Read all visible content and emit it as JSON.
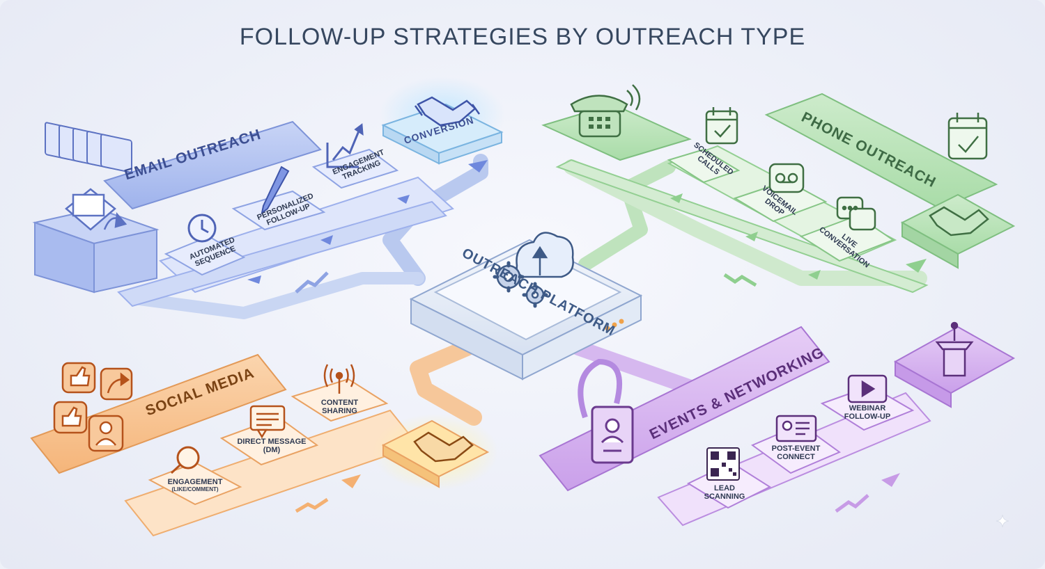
{
  "title": "FOLLOW-UP STRATEGIES BY OUTREACH TYPE",
  "hub": {
    "label": "OUTREACH PLATFORM"
  },
  "email": {
    "label": "EMAIL OUTREACH",
    "steps": [
      "AUTOMATED SEQUENCE",
      "PERSONALIZED FOLLOW-UP",
      "ENGAGEMENT TRACKING"
    ],
    "goal": "CONVERSION"
  },
  "phone": {
    "label": "PHONE OUTREACH",
    "steps": [
      "SCHEDULED CALLS",
      "VOICEMAIL DROP",
      "LIVE CONVERSATION"
    ]
  },
  "social": {
    "label": "SOCIAL MEDIA",
    "steps": [
      "ENGAGEMENT",
      "DIRECT MESSAGE (DM)",
      "CONTENT SHARING"
    ],
    "steps_note": "(LIKE/COMMENT)"
  },
  "events": {
    "label": "EVENTS & NETWORKING",
    "steps": [
      "LEAD SCANNING",
      "POST-EVENT CONNECT",
      "WEBINAR FOLLOW-UP"
    ]
  },
  "colors": {
    "email": "#8fa6e8",
    "phone": "#8fcf8f",
    "social": "#f4b072",
    "events": "#c79be6",
    "hub": "#dfe8f7"
  }
}
